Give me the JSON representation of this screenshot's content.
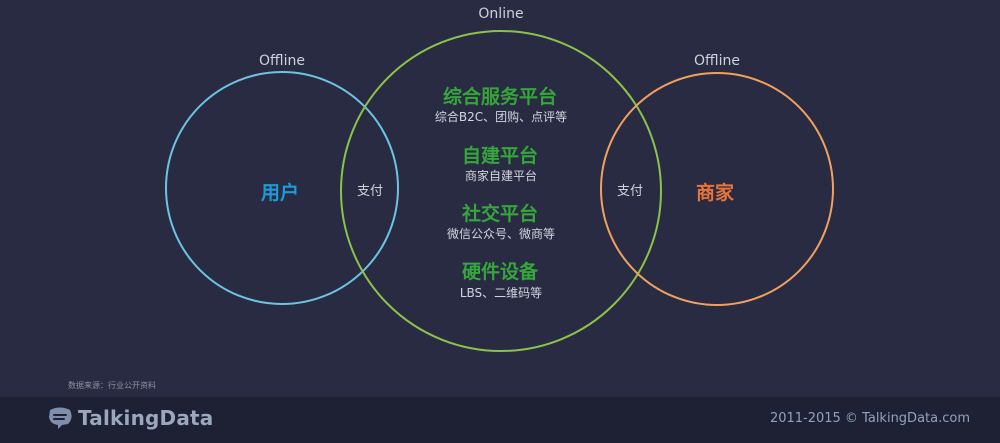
{
  "diagram": {
    "online_label": "Online",
    "offline_left_label": "Offline",
    "offline_right_label": "Offline",
    "user_label": "用户",
    "merchant_label": "商家",
    "pay_left": "支付",
    "pay_right": "支付",
    "platforms": [
      {
        "title": "综合服务平台",
        "subtitle": "综合B2C、团购、点评等"
      },
      {
        "title": "自建平台",
        "subtitle": "商家自建平台"
      },
      {
        "title": "社交平台",
        "subtitle": "微信公众号、微商等"
      },
      {
        "title": "硬件设备",
        "subtitle": "LBS、二维码等"
      }
    ],
    "colors": {
      "left_circle": "#6cc3e3",
      "center_circle": "#8bc34a",
      "right_circle": "#f0a160",
      "user_text": "#1e9ad6",
      "merchant_text": "#e9743a",
      "platform_title": "#35a53c"
    }
  },
  "source_note": "数据来源：行业公开资料",
  "footer": {
    "logo_text": "TalkingData",
    "logo_icon": "talkingdata-logo-icon",
    "copyright": "2011-2015 © TalkingData.com"
  }
}
